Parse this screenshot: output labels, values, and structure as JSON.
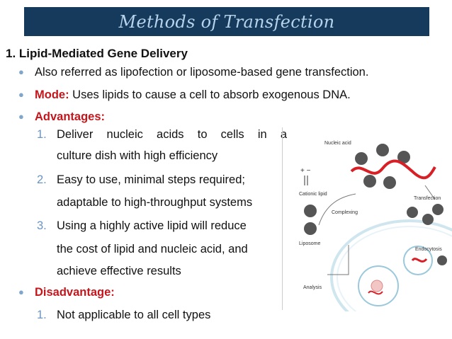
{
  "title": "Methods of Transfection",
  "heading": "1.  Lipid-Mediated Gene Delivery",
  "bullets": {
    "b1": "Also referred as lipofection or liposome-based gene transfection.",
    "b2_label": "Mode:",
    "b2_text": " Uses lipids to cause a cell to absorb exogenous DNA.",
    "b3_label": "Advantages:",
    "b4_label": "Disadvantage:"
  },
  "advantages": [
    {
      "num": "1.",
      "lines": [
        "Deliver  nucleic  acids  to  cells  in  a",
        "culture dish with high efficiency"
      ]
    },
    {
      "num": "2.",
      "lines": [
        "Easy to use, minimal steps required;",
        "adaptable to high-throughput systems"
      ]
    },
    {
      "num": "3.",
      "lines": [
        "Using a highly active lipid will reduce",
        "the cost of lipid and nucleic acid, and",
        "achieve effective results"
      ]
    }
  ],
  "disadvantages": [
    {
      "num": "1.",
      "text": "Not applicable to all cell types"
    }
  ],
  "figure": {
    "labels": {
      "nucleic_acid": "Nucleic acid",
      "cationic_lipid": "Cationic lipid",
      "complexing": "Complexing",
      "liposome": "Liposome",
      "transfection": "Transfection",
      "endocytosis": "Endocytosis",
      "analysis": "Analysis"
    }
  },
  "colors": {
    "title_bg": "#163a5c",
    "title_text": "#b7d3ec",
    "accent_red": "#c4161c",
    "bullet_blue": "#7fa6cc"
  }
}
